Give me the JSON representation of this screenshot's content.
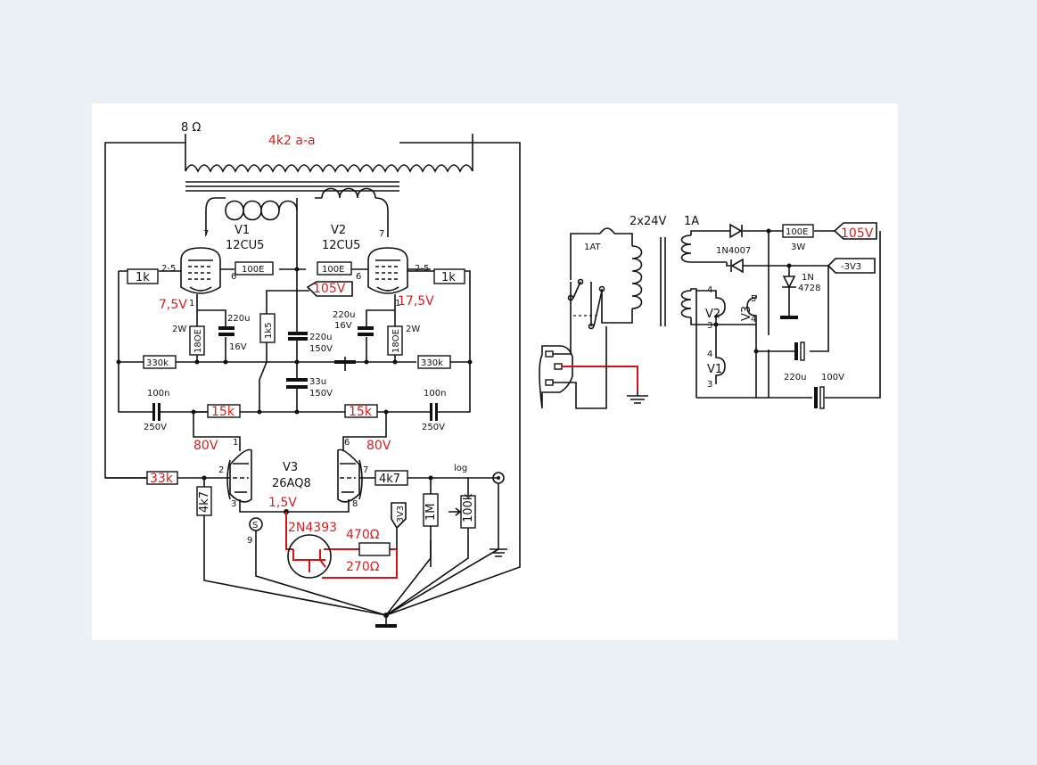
{
  "amp": {
    "spk": "8 Ω",
    "otr": "4k2 a-a",
    "v1": "V1",
    "v1type": "12CU5",
    "v2": "V2",
    "v2type": "12CU5",
    "v3": "V3",
    "v3type": "26AQ8",
    "r100e_a": "100E",
    "r100e_b": "100E",
    "r1k_a": "1k",
    "r1k_b": "1k",
    "pin25_a": "2-5",
    "pin25_b": "2-5",
    "pin6_a": "6",
    "pin6_b": "6",
    "pin7_a": "7",
    "pin7_b": "7",
    "pin1_a": "1",
    "pin1_b": "1",
    "v_cath_a": "7,5V",
    "v_cath_b": "17,5V",
    "v_105": "105V",
    "r1k5": "1k5",
    "c220u_l": "220u",
    "c16v_l": "16V",
    "c220u_r": "220u",
    "c16v_r": "16V",
    "w2_l": "2W",
    "w2_r": "2W",
    "r18_l": "18OE",
    "r18_r": "18OE",
    "c220_150": "220u",
    "v150_a": "150V",
    "c33": "33u",
    "v150_b": "150V",
    "r330k_l": "330k",
    "r330k_r": "330k",
    "c100n_l": "100n",
    "v250_l": "250V",
    "c100n_r": "100n",
    "v250_r": "250V",
    "r15k_l": "15k",
    "r15k_r": "15k",
    "v80_l": "80V",
    "v80_r": "80V",
    "p1": "1",
    "p6": "6",
    "p2": "2",
    "p7": "7",
    "p3": "3",
    "p8": "8",
    "p9": "9",
    "r33k": "33k",
    "r4k7_out": "4k7",
    "r4k7_v": "4k7",
    "v15": "1,5V",
    "jfet": "2N4393",
    "r470": "470Ω",
    "r270": "270Ω",
    "neg3v3": "-3V3",
    "r1m": "1M",
    "pot": "100k",
    "log": "log",
    "shield": "S"
  },
  "psu": {
    "xfmr": "2x24V",
    "amps": "1A",
    "fuse": "1AT",
    "diode": "1N4007",
    "r100e": "100E",
    "w3": "3W",
    "out105": "105V",
    "neg": "-3V3",
    "zener1": "1N",
    "zener2": "4728",
    "v2": "V2",
    "v3": "V3",
    "v1": "V1",
    "p4a": "4",
    "p3a": "3",
    "p5": "5",
    "p4b": "4",
    "p4c": "4",
    "p3c": "3",
    "cap": "220u",
    "capv": "100V"
  }
}
